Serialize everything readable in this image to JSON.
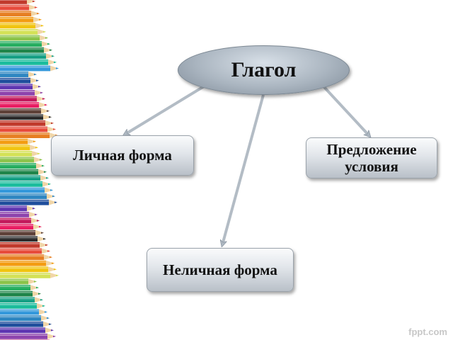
{
  "diagram": {
    "root": "Глагол",
    "branches": [
      {
        "id": "personal",
        "label": "Личная форма"
      },
      {
        "id": "conditional",
        "label": "Предложение условия"
      },
      {
        "id": "impersonal",
        "label": "Неличная форма"
      }
    ],
    "edges": [
      {
        "from": "Глагол",
        "to": "Личная форма"
      },
      {
        "from": "Глагол",
        "to": "Неличная форма"
      },
      {
        "from": "Глагол",
        "to": "Предложение условия"
      }
    ]
  },
  "decor": {
    "pencil_colors": [
      "#c0392b",
      "#e74c3c",
      "#e67e22",
      "#f39c12",
      "#f1c40f",
      "#d4e157",
      "#8bc34a",
      "#27ae60",
      "#1e8449",
      "#16a085",
      "#1abc9c",
      "#3498db",
      "#2e86c1",
      "#1f4e9c",
      "#5e35b1",
      "#8e44ad",
      "#c2185b",
      "#e91e63",
      "#5d4037",
      "#2c2c2c"
    ],
    "watermark": "fppt.com"
  }
}
